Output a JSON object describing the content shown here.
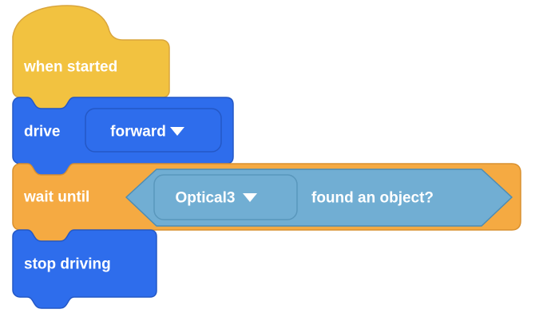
{
  "app": {
    "surface": "block-programming-canvas"
  },
  "colors": {
    "canvas_bg": "#FFFFFF",
    "event_yellow": "#F2C240",
    "event_yellow_border": "#D9A53C",
    "drive_blue": "#2E6DEC",
    "drive_blue_border": "#2458C6",
    "wait_orange": "#F5AA42",
    "wait_orange_border": "#D9902F",
    "sensor_teal": "#71AED3",
    "sensor_teal_border": "#4D8CB4",
    "sensor_dropdown_border": "#5997BC",
    "text_white": "#FFFFFF"
  },
  "blocks": {
    "when_started": {
      "label": "when started"
    },
    "drive": {
      "label": "drive",
      "direction_dropdown": {
        "value": "forward"
      }
    },
    "wait_until": {
      "label": "wait until",
      "condition": {
        "sensor_dropdown": {
          "value": "Optical3"
        },
        "label": "found an object?"
      }
    },
    "stop_driving": {
      "label": "stop driving"
    }
  }
}
